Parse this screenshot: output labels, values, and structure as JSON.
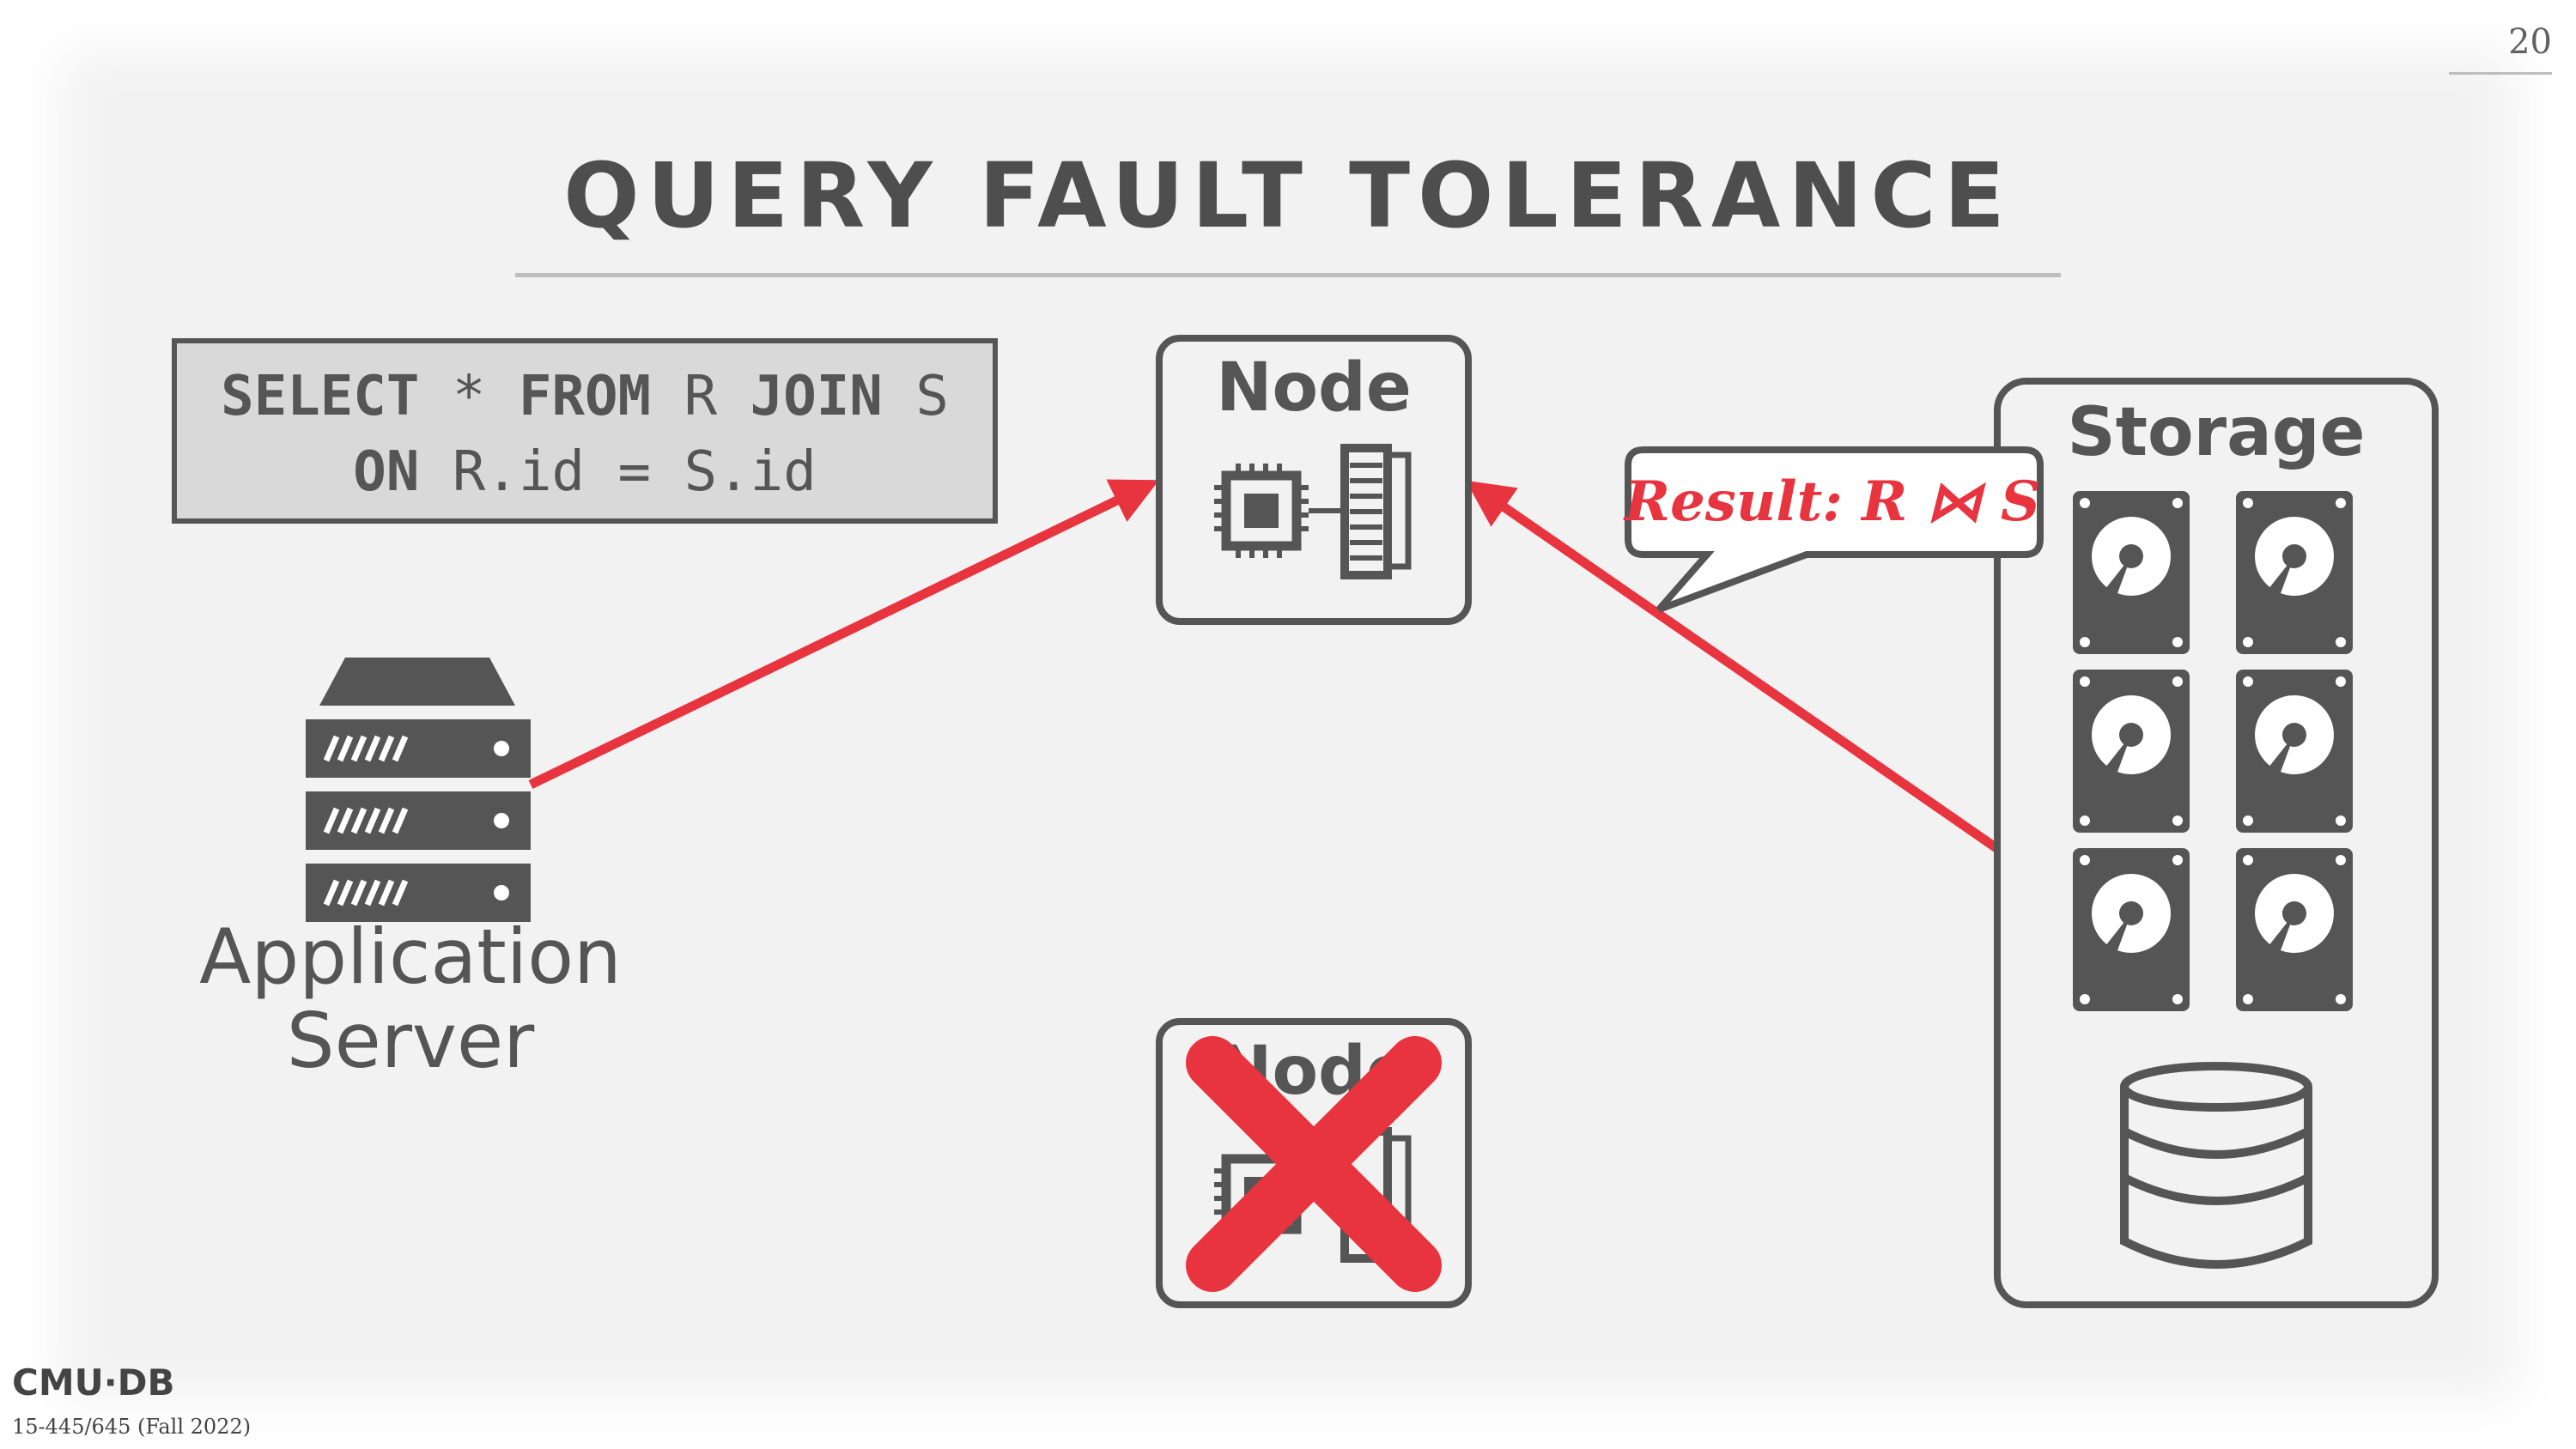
{
  "slide": {
    "page_number": "20",
    "title": "QUERY FAULT TOLERANCE"
  },
  "query": {
    "line1": [
      {
        "text": "SELECT",
        "keyword": true
      },
      {
        "text": " * ",
        "keyword": false
      },
      {
        "text": "FROM",
        "keyword": true
      },
      {
        "text": " R ",
        "keyword": false
      },
      {
        "text": "JOIN",
        "keyword": true
      },
      {
        "text": " S",
        "keyword": false
      }
    ],
    "line2": [
      {
        "text": "ON",
        "keyword": true
      },
      {
        "text": " R.id = S.id",
        "keyword": false
      }
    ]
  },
  "app_server": {
    "label_line1": "Application",
    "label_line2": "Server",
    "icon": "server-rack-icon"
  },
  "node_active": {
    "label": "Node",
    "icons": [
      "cpu-icon",
      "memory-icon"
    ]
  },
  "node_failed": {
    "label": "Node",
    "icons": [
      "cpu-icon",
      "memory-icon",
      "failure-x-icon"
    ]
  },
  "storage": {
    "label": "Storage",
    "icons": [
      "hard-disk-icon",
      "database-icon"
    ],
    "disk_count": 6
  },
  "result_bubble": {
    "text": "Result: R ⋈ S"
  },
  "footer": {
    "logo": "CMU·DB",
    "course": "15-445/645 (Fall 2022)"
  },
  "colors": {
    "background": "#f2f2f2",
    "text": "#555555",
    "accent_red": "#e8343f",
    "sql_box_fill": "#d9d9d9"
  }
}
